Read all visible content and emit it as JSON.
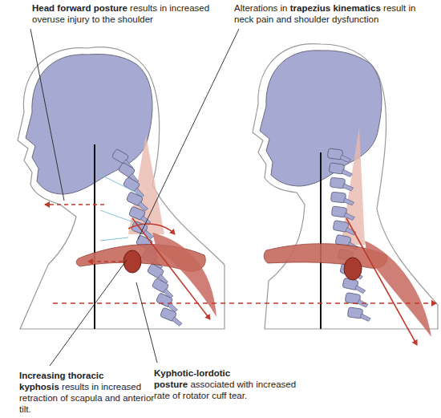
{
  "diagram": {
    "labels": [
      "Head forward posture",
      "results in increased overuse injury to the shoulder",
      "Alterations in",
      "trapezius kinematics",
      "result in neck pain and shoulder dysfunction",
      "Increasing thoracic kyphosis",
      "results in increased retraction of scapula and anterior tilt.",
      "Kyphotic-lordotic posture",
      "associated with increased rate of rotator cuff tear."
    ]
  }
}
